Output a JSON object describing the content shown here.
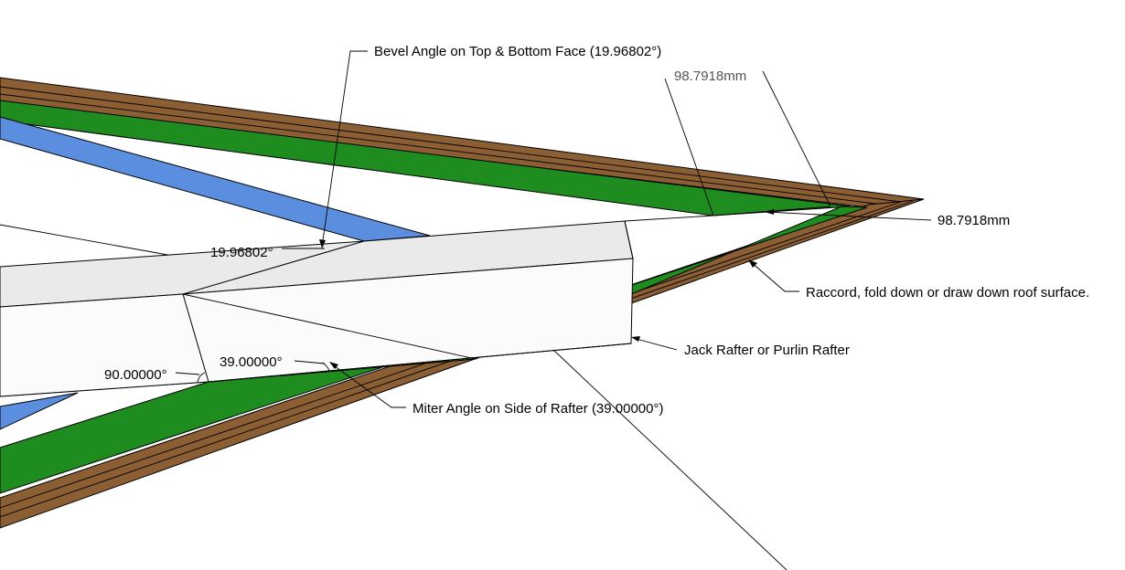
{
  "labels": {
    "bevel_angle": "Bevel Angle on Top & Bottom Face (19.96802°)",
    "raccord": "Raccord, fold down or draw down roof surface.",
    "jack_rafter": "Jack Rafter or Purlin Rafter",
    "miter_angle": "Miter Angle on Side of Rafter (39.00000°)"
  },
  "dimensions": {
    "top_length": "98.7918mm",
    "right_length": "98.7918mm",
    "bevel_value": "19.96802°",
    "miter_value": "39.00000°",
    "right_angle_value": "90.00000°"
  },
  "colors": {
    "fascia_brown": "#8B5E34",
    "roof_green": "#1E8C1E",
    "rafter_blue": "#5B8EDE",
    "rafter_top_face": "#EAEAEA",
    "rafter_side_face": "#FBFBFB"
  }
}
